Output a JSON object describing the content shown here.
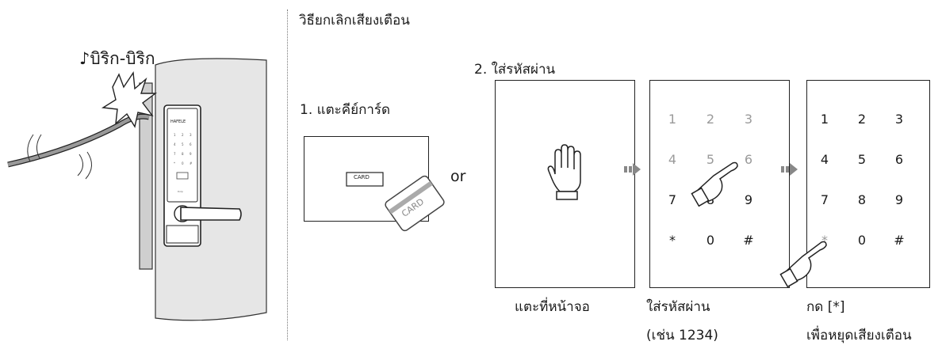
{
  "alarm_sound": "♪บิริก-บิริก",
  "door_lock_brand": "HAFELE",
  "door_lock_label": "Dolp",
  "header_title": "วิธียกเลิกเสียงเตือน",
  "step1": {
    "label": "1. แตะคีย์การ์ด",
    "card_slot_text": "CARD",
    "card_text": "CARD"
  },
  "or_label": "or",
  "step2": {
    "label": "2. ใส่รหัสผ่าน",
    "touch_caption": "แตะที่หน้าจอ",
    "enter_caption_1": "ใส่รหัสผ่าน",
    "enter_caption_2": "(เช่น 1234)",
    "press_caption_1": "กด [*]",
    "press_caption_2": "เพื่อหยุดเสียงเตือน"
  },
  "keypad": [
    "1",
    "2",
    "3",
    "4",
    "5",
    "6",
    "7",
    "8",
    "9",
    "*",
    "0",
    "#"
  ],
  "colors": {
    "line": "#222222",
    "wall": "#e6e6e6",
    "arrow": "#777777",
    "dim_key": "#9a9a9a"
  }
}
